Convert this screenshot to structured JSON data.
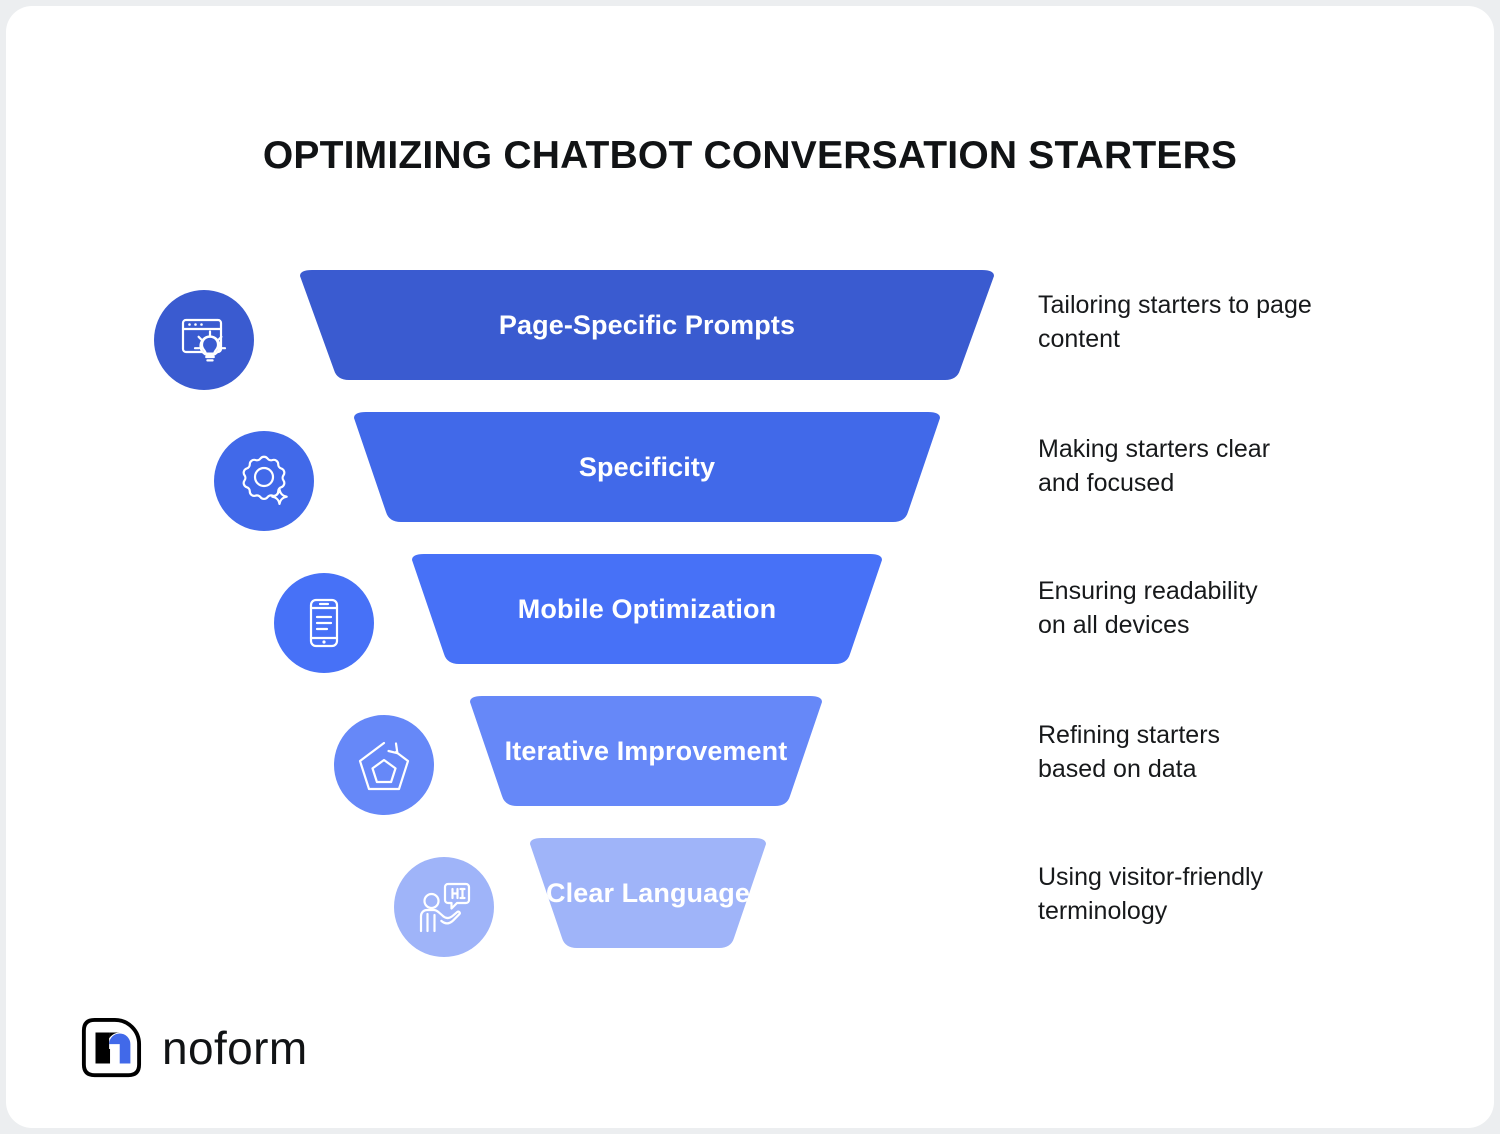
{
  "page": {
    "background": "#eceef0",
    "card_background": "#ffffff",
    "title": "OPTIMIZING CHATBOT CONVERSATION STARTERS",
    "title_color": "#111315"
  },
  "funnel": {
    "type": "funnel",
    "stages": [
      {
        "label": "Page-Specific Prompts",
        "description": "Tailoring starters to page\ncontent",
        "color": "#3a5bd0",
        "icon": "browser-lightbulb-icon",
        "top_width": 718,
        "bottom_width": 670
      },
      {
        "label": "Specificity",
        "description": "Making starters clear\nand focused",
        "color": "#4169e9",
        "icon": "gear-sparkle-icon",
        "top_width": 610,
        "bottom_width": 554
      },
      {
        "label": "Mobile Optimization",
        "description": "Ensuring readability\non all devices",
        "color": "#4771f7",
        "icon": "mobile-phone-icon",
        "top_width": 494,
        "bottom_width": 440
      },
      {
        "label": "Iterative\nImprovement",
        "description": "Refining starters\nbased on data",
        "color": "#6688f8",
        "icon": "pentagon-refresh-icon",
        "top_width": 376,
        "bottom_width": 322
      },
      {
        "label": "Clear\nLanguage",
        "description": "Using visitor-friendly\nterminology",
        "color": "#9fb4f9",
        "icon": "person-speech-bubble-icon",
        "top_width": 260,
        "bottom_width": 206
      }
    ]
  },
  "logo": {
    "wordmark": "noform",
    "mark_name": "noform-logo-mark",
    "mark_color_primary": "#000000",
    "mark_color_accent": "#4169e9"
  }
}
